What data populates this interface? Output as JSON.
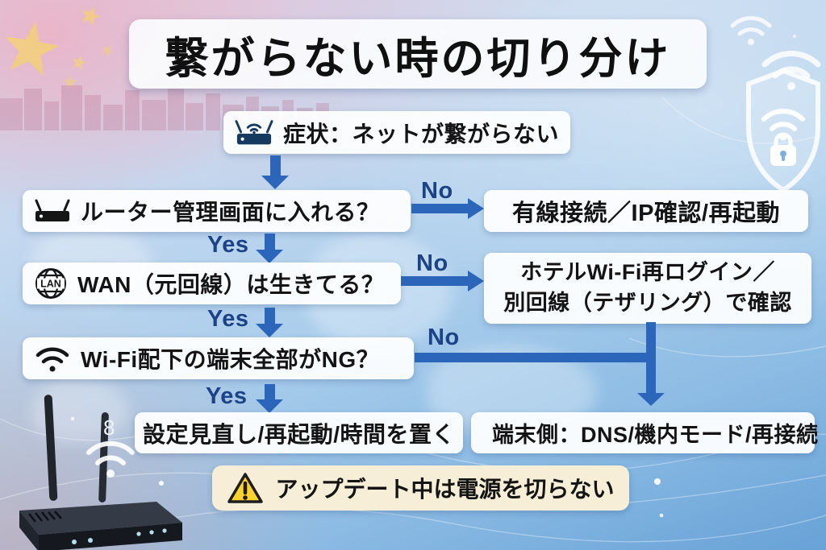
{
  "title": "繋がらない時の切り分け",
  "nodes": {
    "symptom": "症状：ネットが繋がらない",
    "q_router_admin": "ルーター管理画面に入れる？",
    "result_router_admin_no": "有線接続／IP確認/再起動",
    "q_wan_alive": "WAN（元回線）は生きてる？",
    "result_wan_no_line1": "ホテルWi-Fi再ログイン／",
    "result_wan_no_line2": "別回線（テザリング）で確認",
    "q_wifi_all_ng": "Wi-Fi配下の端末全部がNG？",
    "result_wifi_yes": "設定見直し/再起動/時間を置く",
    "result_device_side": "端末側：DNS/機内モード/再接続",
    "warning": "アップデート中は電源を切らない"
  },
  "labels": {
    "yes": "Yes",
    "no": "No"
  },
  "icons": {
    "symptom": "wifi-router-icon",
    "router_admin": "router-icon",
    "wan": "lan-globe-icon",
    "wifi": "wifi-icon",
    "device": "smartphone-icon",
    "warning": "warning-triangle-icon",
    "shield": "security-shield-icon",
    "lan_badge_text": "LAN",
    "router_photo_digit": "8"
  },
  "colors": {
    "arrow_blue": "#2b66ba",
    "yes_no_blue": "#1c4287",
    "box_bg": "#fdfdfe",
    "warning_bg": "#f6eed6",
    "warning_yellow": "#ffd22e",
    "title_text": "#101010"
  }
}
